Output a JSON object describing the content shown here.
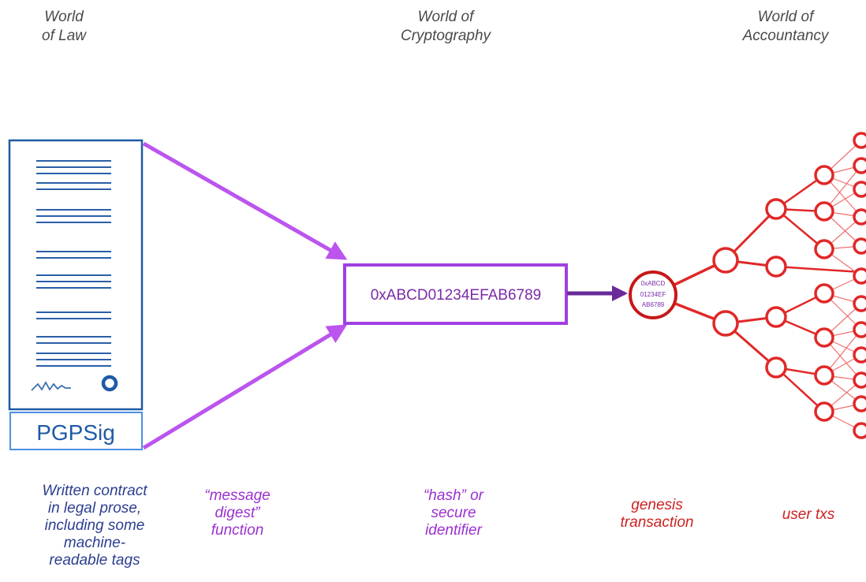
{
  "headings": {
    "law": "World\nof Law",
    "cryptography": "World of\nCryptography",
    "accountancy": "World of\nAccountancy"
  },
  "document": {
    "signature_label": "PGPSig"
  },
  "hash": {
    "value": "0xABCD01234EFAB6789"
  },
  "genesis": {
    "label_lines": [
      "0xABCD",
      "01234EF",
      "AB6789"
    ]
  },
  "captions": {
    "contract": "Written contract\nin legal prose,\nincluding some\nmachine-\nreadable tags",
    "digest": "“message\ndigest”\nfunction",
    "hash": "“hash” or\nsecure\nidentifier",
    "genesis": "genesis\ntransaction",
    "user": "user txs"
  },
  "colors": {
    "document_blue": "#1f5aa6",
    "signature_blue": "#4a90e2",
    "arrow_purple": "#bb55ee",
    "hash_purple": "#9b33d6",
    "hash_text": "#7a2aa8",
    "arrow_dark_purple": "#6a2a9a",
    "genesis_red": "#c81818",
    "tree_red": "#e02828",
    "tree_light_red": "#f07070",
    "caption_blue": "#2c3e91",
    "caption_purple": "#9b30d0",
    "caption_red": "#cc2222"
  }
}
